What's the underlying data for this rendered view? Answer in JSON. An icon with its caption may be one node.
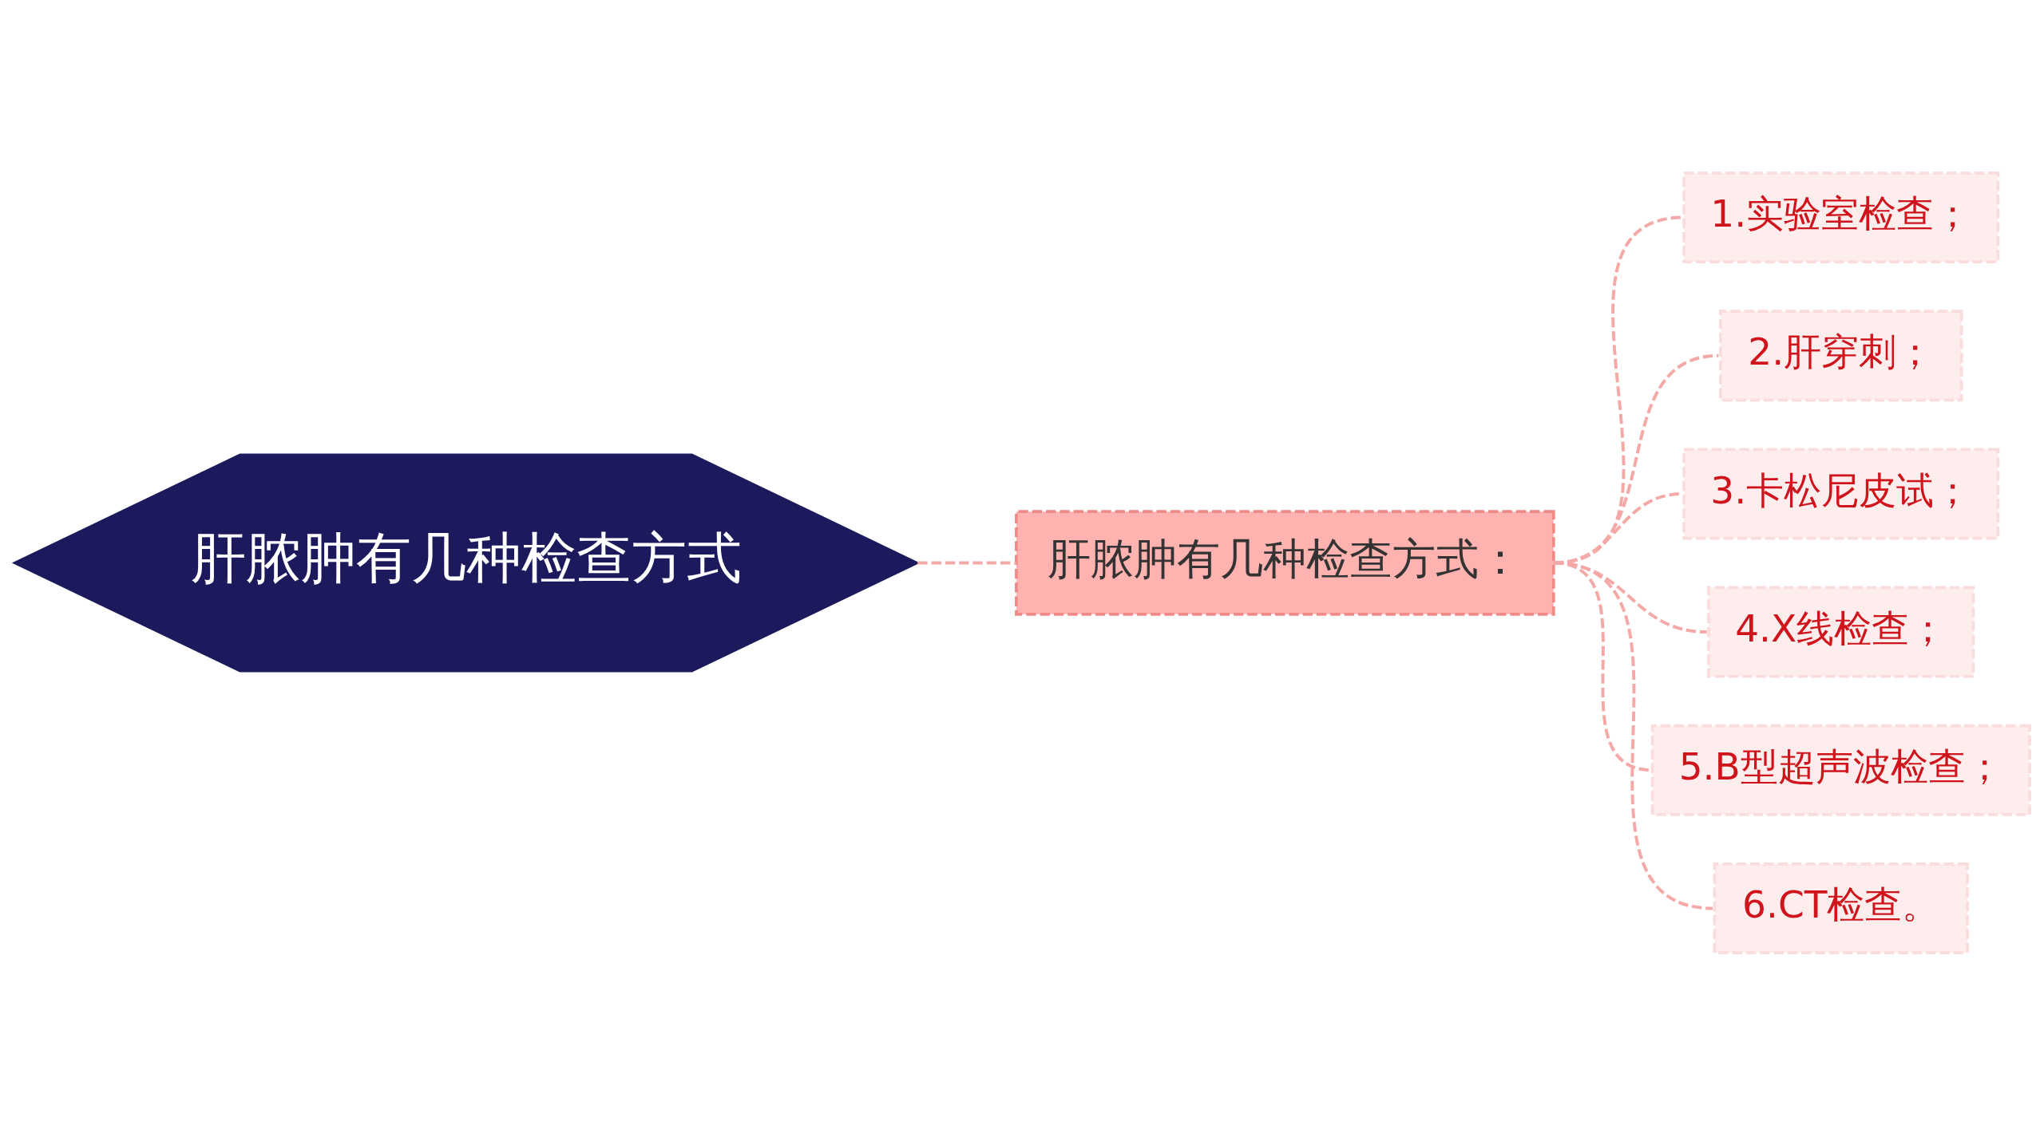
{
  "diagram": {
    "nodes": [
      {
        "text": [
          "肝脓肿有几种检查方式"
        ]
      },
      {
        "text": [
          "肝脓肿有几种检查方式："
        ]
      },
      {
        "text": [
          "1.实验室检查；"
        ]
      },
      {
        "text": [
          "2.肝穿刺；"
        ]
      },
      {
        "text": [
          "3.卡松尼皮试；"
        ]
      },
      {
        "text": [
          "4.X线检查；"
        ]
      },
      {
        "text": [
          "5.B型超声波检查；"
        ]
      },
      {
        "text": [
          "6.CT检查。"
        ]
      }
    ],
    "edges": [
      {
        "from": 0,
        "to": 1,
        "arrow": "none",
        "style": "dashed"
      },
      {
        "from": 1,
        "to": 2,
        "arrow": "none",
        "style": "dashed"
      },
      {
        "from": 1,
        "to": 3,
        "arrow": "none",
        "style": "dashed"
      },
      {
        "from": 1,
        "to": 4,
        "arrow": "none",
        "style": "dashed"
      },
      {
        "from": 1,
        "to": 5,
        "arrow": "none",
        "style": "dashed"
      },
      {
        "from": 1,
        "to": 6,
        "arrow": "none",
        "style": "dashed"
      },
      {
        "from": 1,
        "to": 7,
        "arrow": "none",
        "style": "dashed"
      }
    ]
  }
}
